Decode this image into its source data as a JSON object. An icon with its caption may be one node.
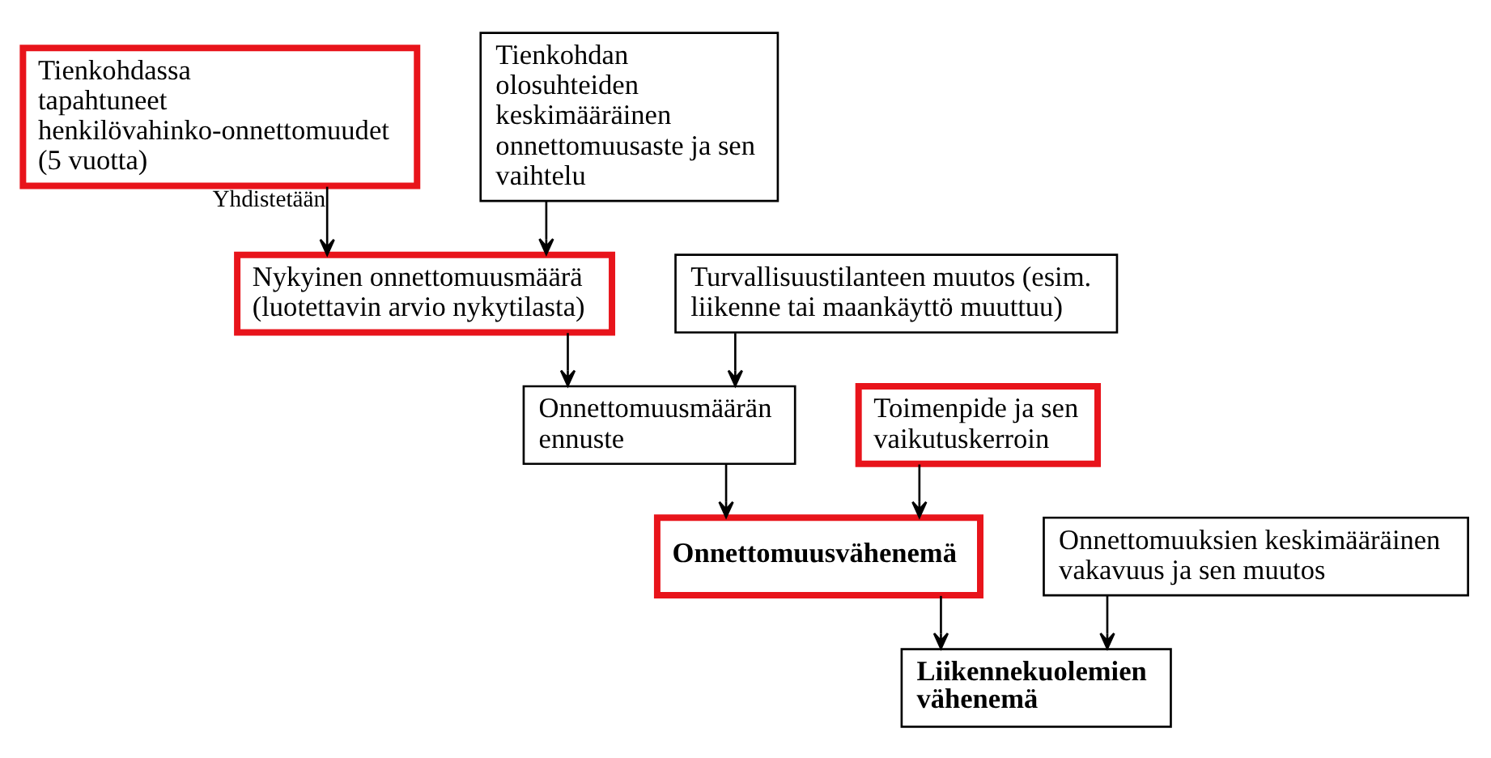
{
  "diagram": {
    "nodes": [
      {
        "text": [
          "Tienkohdassa tapahtuneet henkilövahinko-onnettomuudet (5 vuotta)"
        ]
      },
      {
        "text": [
          "Tienkohdan olosuhteiden keskimääräinen onnettomuusaste ja sen vaihtelu"
        ]
      },
      {
        "text": [
          "Nykyinen onnettomuusmäärä (luotettavin arvio nykytilasta)"
        ]
      },
      {
        "text": [
          "Turvallisuustilanteen muutos (esim. liikenne tai maankäyttö muuttuu)"
        ]
      },
      {
        "text": [
          "Onnettomuusmäärän ennuste"
        ]
      },
      {
        "text": [
          "Toimenpide ja sen vaikutuskerroin"
        ]
      },
      {
        "text": [
          "Onnettomuusvähenemä"
        ]
      },
      {
        "text": [
          "Onnettomuuksien keskimääräinen vakavuus ja sen muutos"
        ]
      },
      {
        "text": [
          "Liikennekuolemien vähenemä"
        ]
      }
    ],
    "edges": [
      {
        "from": 0,
        "to": 2,
        "arrow": "to",
        "label": "Yhdistetään"
      },
      {
        "from": 1,
        "to": 2,
        "arrow": "to"
      },
      {
        "from": 2,
        "to": 4,
        "arrow": "to"
      },
      {
        "from": 3,
        "to": 4,
        "arrow": "to"
      },
      {
        "from": 4,
        "to": 6,
        "arrow": "to"
      },
      {
        "from": 5,
        "to": 6,
        "arrow": "to"
      },
      {
        "from": 6,
        "to": 8,
        "arrow": "to"
      },
      {
        "from": 7,
        "to": 8,
        "arrow": "to"
      }
    ]
  }
}
